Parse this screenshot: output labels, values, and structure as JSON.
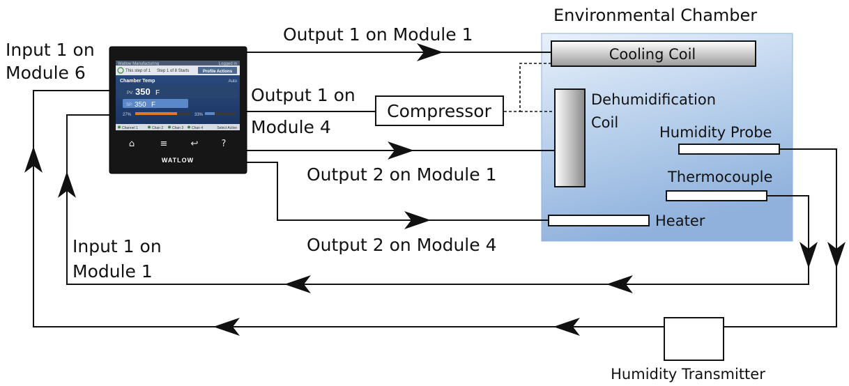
{
  "chamber": {
    "title": "Environmental Chamber",
    "cooling_coil": "Cooling Coil",
    "dehumid_line1": "Dehumidification",
    "dehumid_line2": "Coil",
    "humidity_probe": "Humidity Probe",
    "thermocouple": "Thermocouple",
    "heater": "Heater"
  },
  "compressor": "Compressor",
  "transmitter": "Humidity Transmitter",
  "connections": {
    "out1_mod1": "Output 1 on Module 1",
    "out1_mod4_line1": "Output 1 on",
    "out1_mod4_line2": "Module 4",
    "out2_mod1": "Output 2 on Module 1",
    "out2_mod4": "Output 2 on Module 4",
    "in1_mod6_line1": "Input 1 on",
    "in1_mod6_line2": "Module 6",
    "in1_mod1_line1": "Input 1 on",
    "in1_mod1_line2": "Module 1"
  },
  "controller": {
    "brand": "WATLOW",
    "header_left": "Watlow Manufacturing",
    "header_right": "Logged in",
    "status_1": "This step of 1",
    "status_2": "Step 1 of 8 Starts",
    "profile_button": "Profile Actions",
    "panel_title": "Chamber Temp",
    "panel_mode": "Auto",
    "pv_label": "PV:",
    "pv_value": "350",
    "pv_unit": "F",
    "sp_label": "SP:",
    "sp_value": "350",
    "sp_unit": "F",
    "power_1": "27%",
    "power_2": "33%",
    "tabs": [
      "Channel 1",
      "Chan 2",
      "Chan 3",
      "Chan 4"
    ],
    "tab_right": "Select Active",
    "icons": [
      "home-icon",
      "menu-icon",
      "back-icon",
      "help-icon"
    ]
  }
}
